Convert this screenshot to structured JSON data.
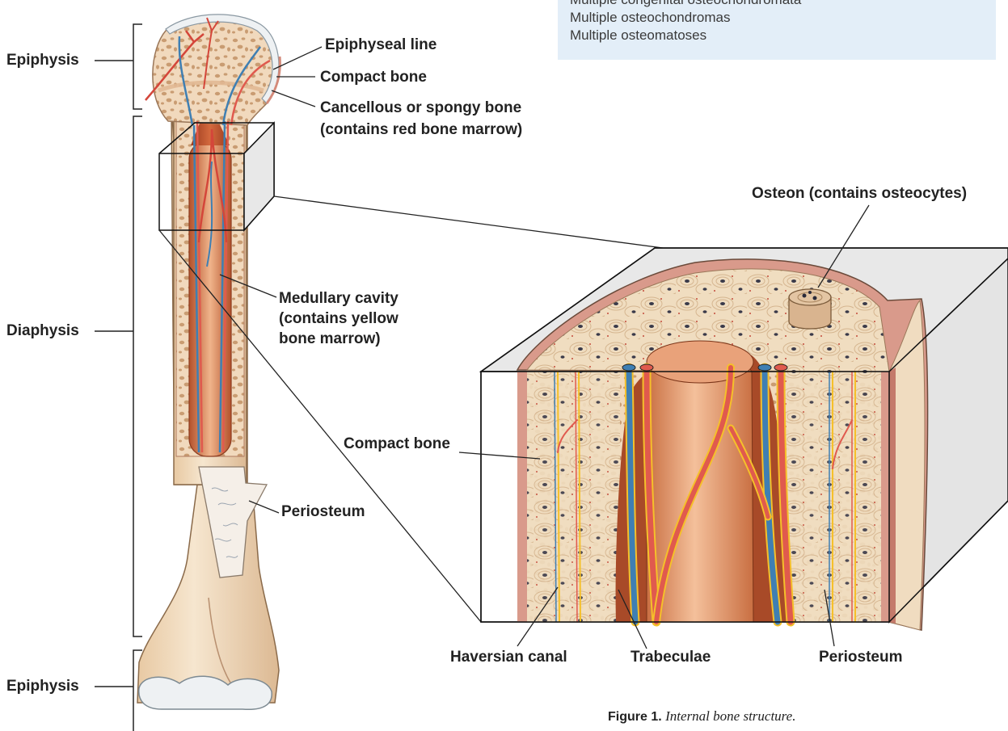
{
  "synonyms": [
    "Multiple congenital osteochondromata",
    "Multiple osteochondromas",
    "Multiple osteomatoses"
  ],
  "labels": {
    "epiphysis_top": "Epiphysis",
    "diaphysis": "Diaphysis",
    "epiphysis_bottom": "Epiphysis",
    "epiphyseal_line": "Epiphyseal  line",
    "compact_bone_top": "Compact bone",
    "cancellous_line1": "Cancellous  or spongy bone",
    "cancellous_line2": "(contains red bone marrow)",
    "medullary_line1": "Medullary cavity",
    "medullary_line2": "(contains yellow",
    "medullary_line3": " bone marrow)",
    "periosteum_left": "Periosteum",
    "compact_bone_right": "Compact bone",
    "osteon": "Osteon (contains osteocytes)",
    "haversian_canal": "Haversian canal",
    "trabeculae": "Trabeculae",
    "periosteum_right": "Periosteum"
  },
  "caption": {
    "label": "Figure 1.",
    "text": "Internal bone structure."
  },
  "colors": {
    "bone": "#f2dcc0",
    "bone_dark": "#d9b48f",
    "marrow": "#c8643a",
    "marrow_light": "#e9a177",
    "artery": "#e05a4e",
    "vein": "#3f7fb3",
    "nerve": "#f5c02a",
    "periosteum": "#d98f82",
    "cartilage": "#eef1f3",
    "synonym_bg": "#e3eef8"
  }
}
